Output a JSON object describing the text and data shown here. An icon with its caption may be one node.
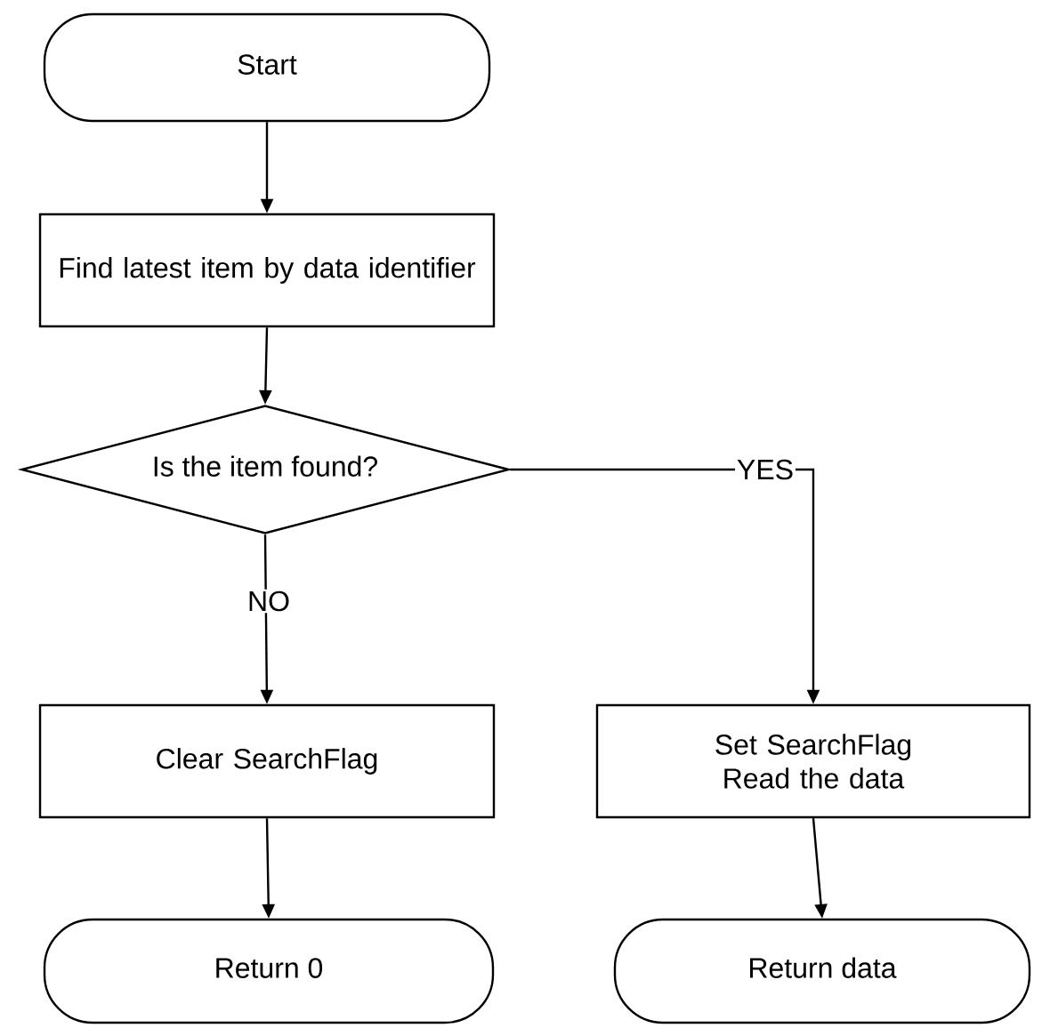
{
  "diagram": {
    "nodes": [
      {
        "text": [
          "Start"
        ]
      },
      {
        "text": [
          "Find latest item by data identifier"
        ]
      },
      {
        "text": [
          "Is the item found?"
        ]
      },
      {
        "text": [
          "Clear SearchFlag"
        ]
      },
      {
        "text": [
          "Return 0"
        ]
      },
      {
        "text": [
          "Set SearchFlag",
          "Read the data"
        ]
      },
      {
        "text": [
          "Return data"
        ]
      }
    ],
    "edges": [
      {
        "from": 0,
        "to": 1,
        "arrow": "to"
      },
      {
        "from": 1,
        "to": 2,
        "arrow": "to"
      },
      {
        "from": 2,
        "to": 3,
        "arrow": "to",
        "label": "NO"
      },
      {
        "from": 2,
        "to": 5,
        "arrow": "to",
        "label": "YES"
      },
      {
        "from": 3,
        "to": 4,
        "arrow": "to"
      },
      {
        "from": 5,
        "to": 6,
        "arrow": "to"
      }
    ]
  }
}
